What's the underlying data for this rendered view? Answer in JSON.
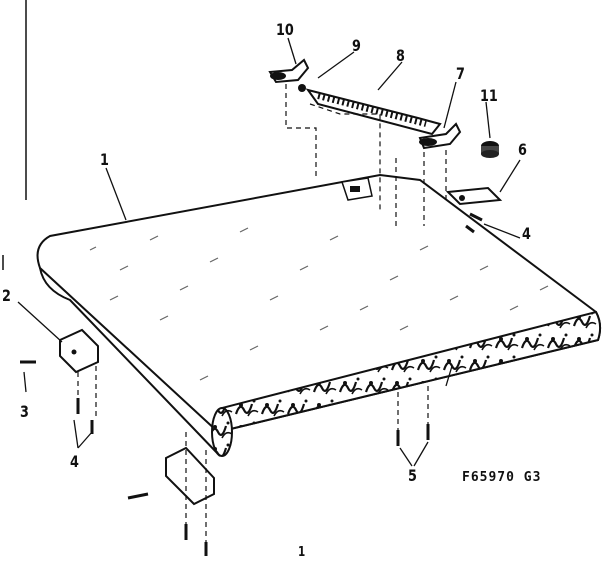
{
  "callouts": {
    "c1": "1",
    "c2": "2",
    "c3": "3",
    "c4_right": "4",
    "c4_left": "4",
    "c5": "5",
    "c6": "6",
    "c7": "7",
    "c8": "8",
    "c9": "9",
    "c10": "10",
    "c11": "11"
  },
  "figure_code": "F65970 G3",
  "bottom_mark": "1"
}
